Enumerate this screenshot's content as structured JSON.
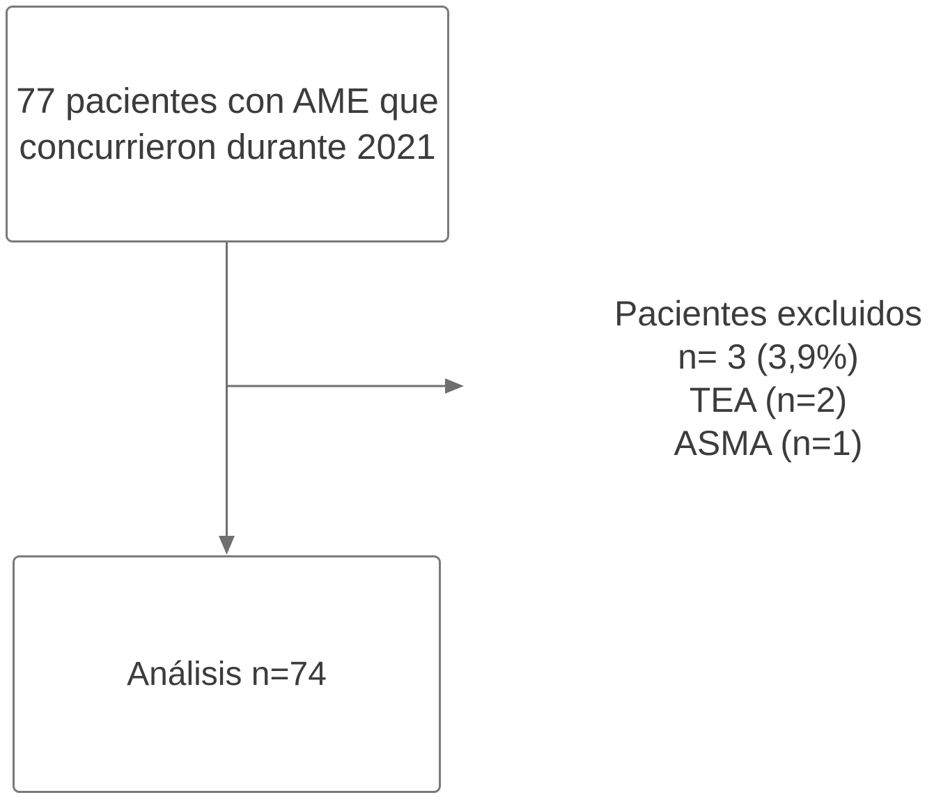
{
  "flowchart": {
    "nodes": {
      "enrolled": {
        "lines": [
          "77 pacientes con AME que",
          "concurrieron durante 2021"
        ]
      },
      "excluded": {
        "lines": [
          "Pacientes excluidos",
          "n= 3 (3,9%)",
          "TEA (n=2)",
          "ASMA (n=1)"
        ]
      },
      "analysis": {
        "text": "Análisis n=74"
      }
    },
    "colors": {
      "box_border": "#7a7a7a",
      "connector": "#6f6f6f",
      "text": "#3c3c3c",
      "background": "#ffffff"
    }
  }
}
